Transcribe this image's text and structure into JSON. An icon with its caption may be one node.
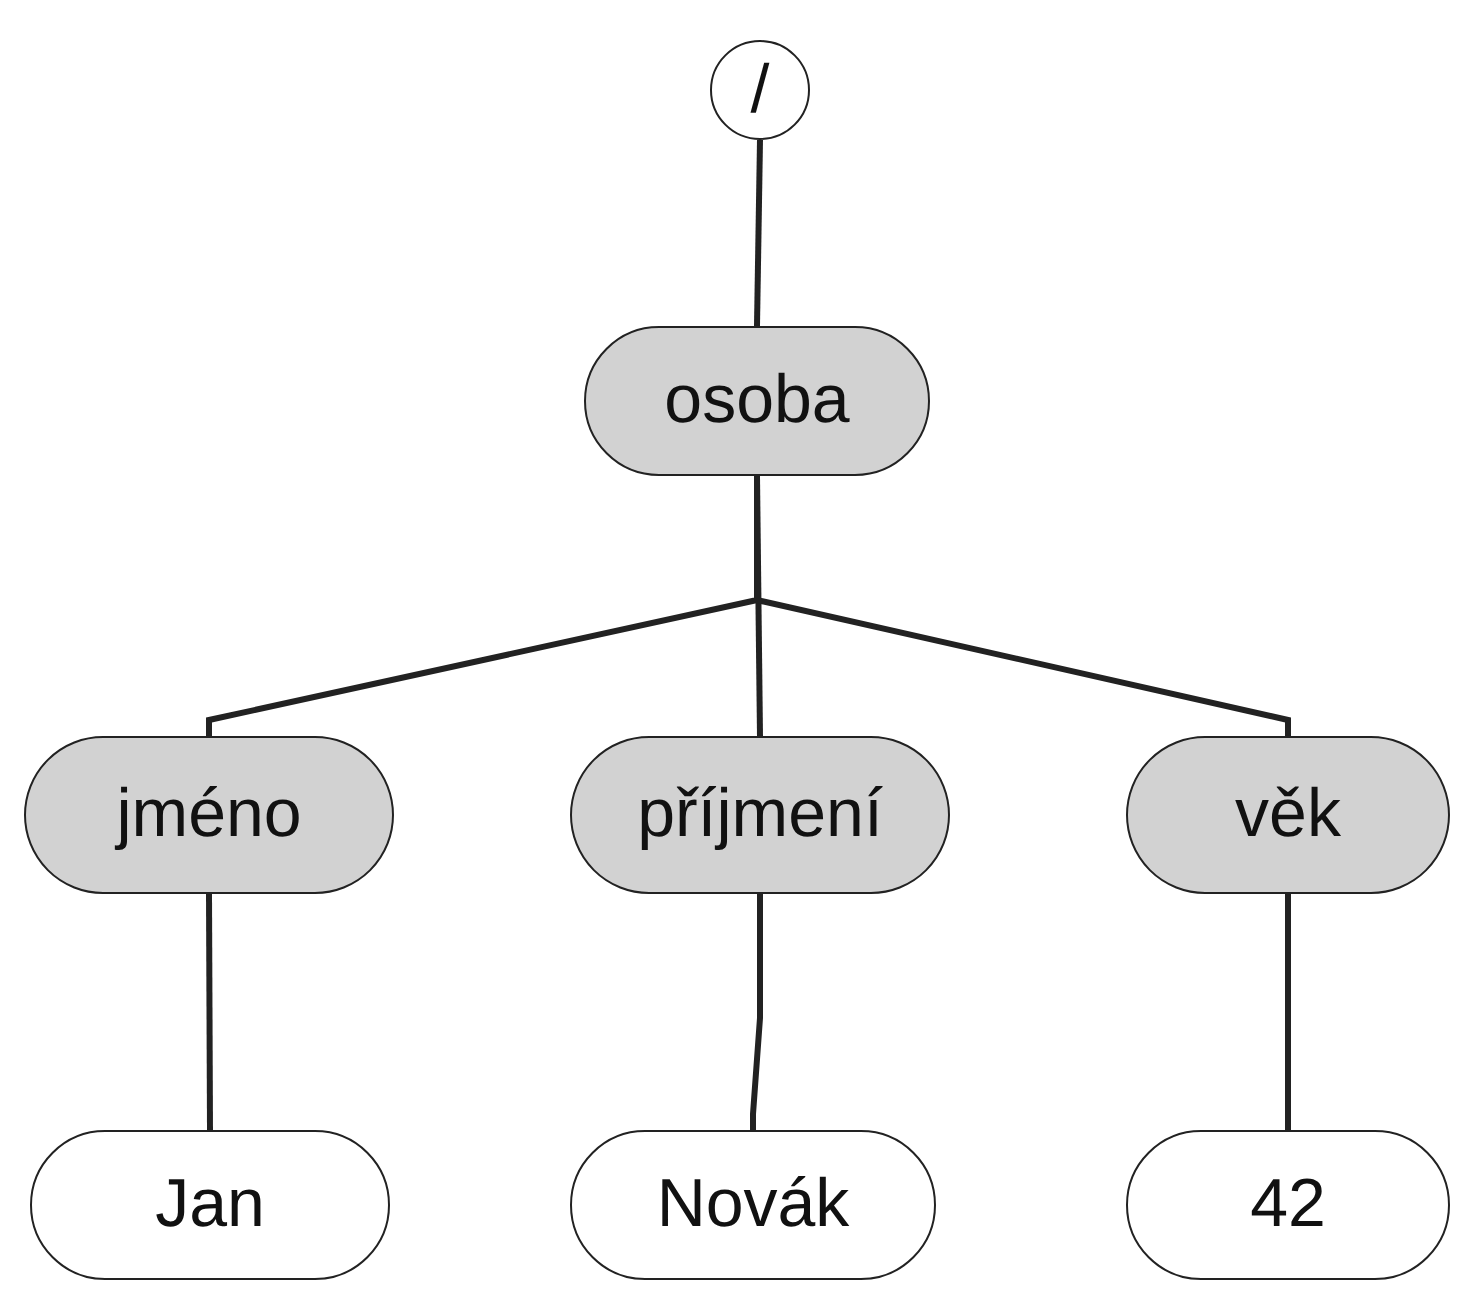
{
  "diagram": {
    "nodes": [
      {
        "text": [
          "/"
        ]
      },
      {
        "text": [
          "osoba"
        ]
      },
      {
        "text": [
          "jméno"
        ]
      },
      {
        "text": [
          "příjmení"
        ]
      },
      {
        "text": [
          "věk"
        ]
      },
      {
        "text": [
          "Jan"
        ]
      },
      {
        "text": [
          "Novák"
        ]
      },
      {
        "text": [
          "42"
        ]
      }
    ],
    "edges": [
      {
        "from": 0,
        "to": 1,
        "arrow": "none"
      },
      {
        "from": 1,
        "to": 2,
        "arrow": "none"
      },
      {
        "from": 1,
        "to": 3,
        "arrow": "none"
      },
      {
        "from": 1,
        "to": 4,
        "arrow": "none"
      },
      {
        "from": 2,
        "to": 5,
        "arrow": "none"
      },
      {
        "from": 3,
        "to": 6,
        "arrow": "none"
      },
      {
        "from": 4,
        "to": 7,
        "arrow": "none"
      }
    ]
  }
}
